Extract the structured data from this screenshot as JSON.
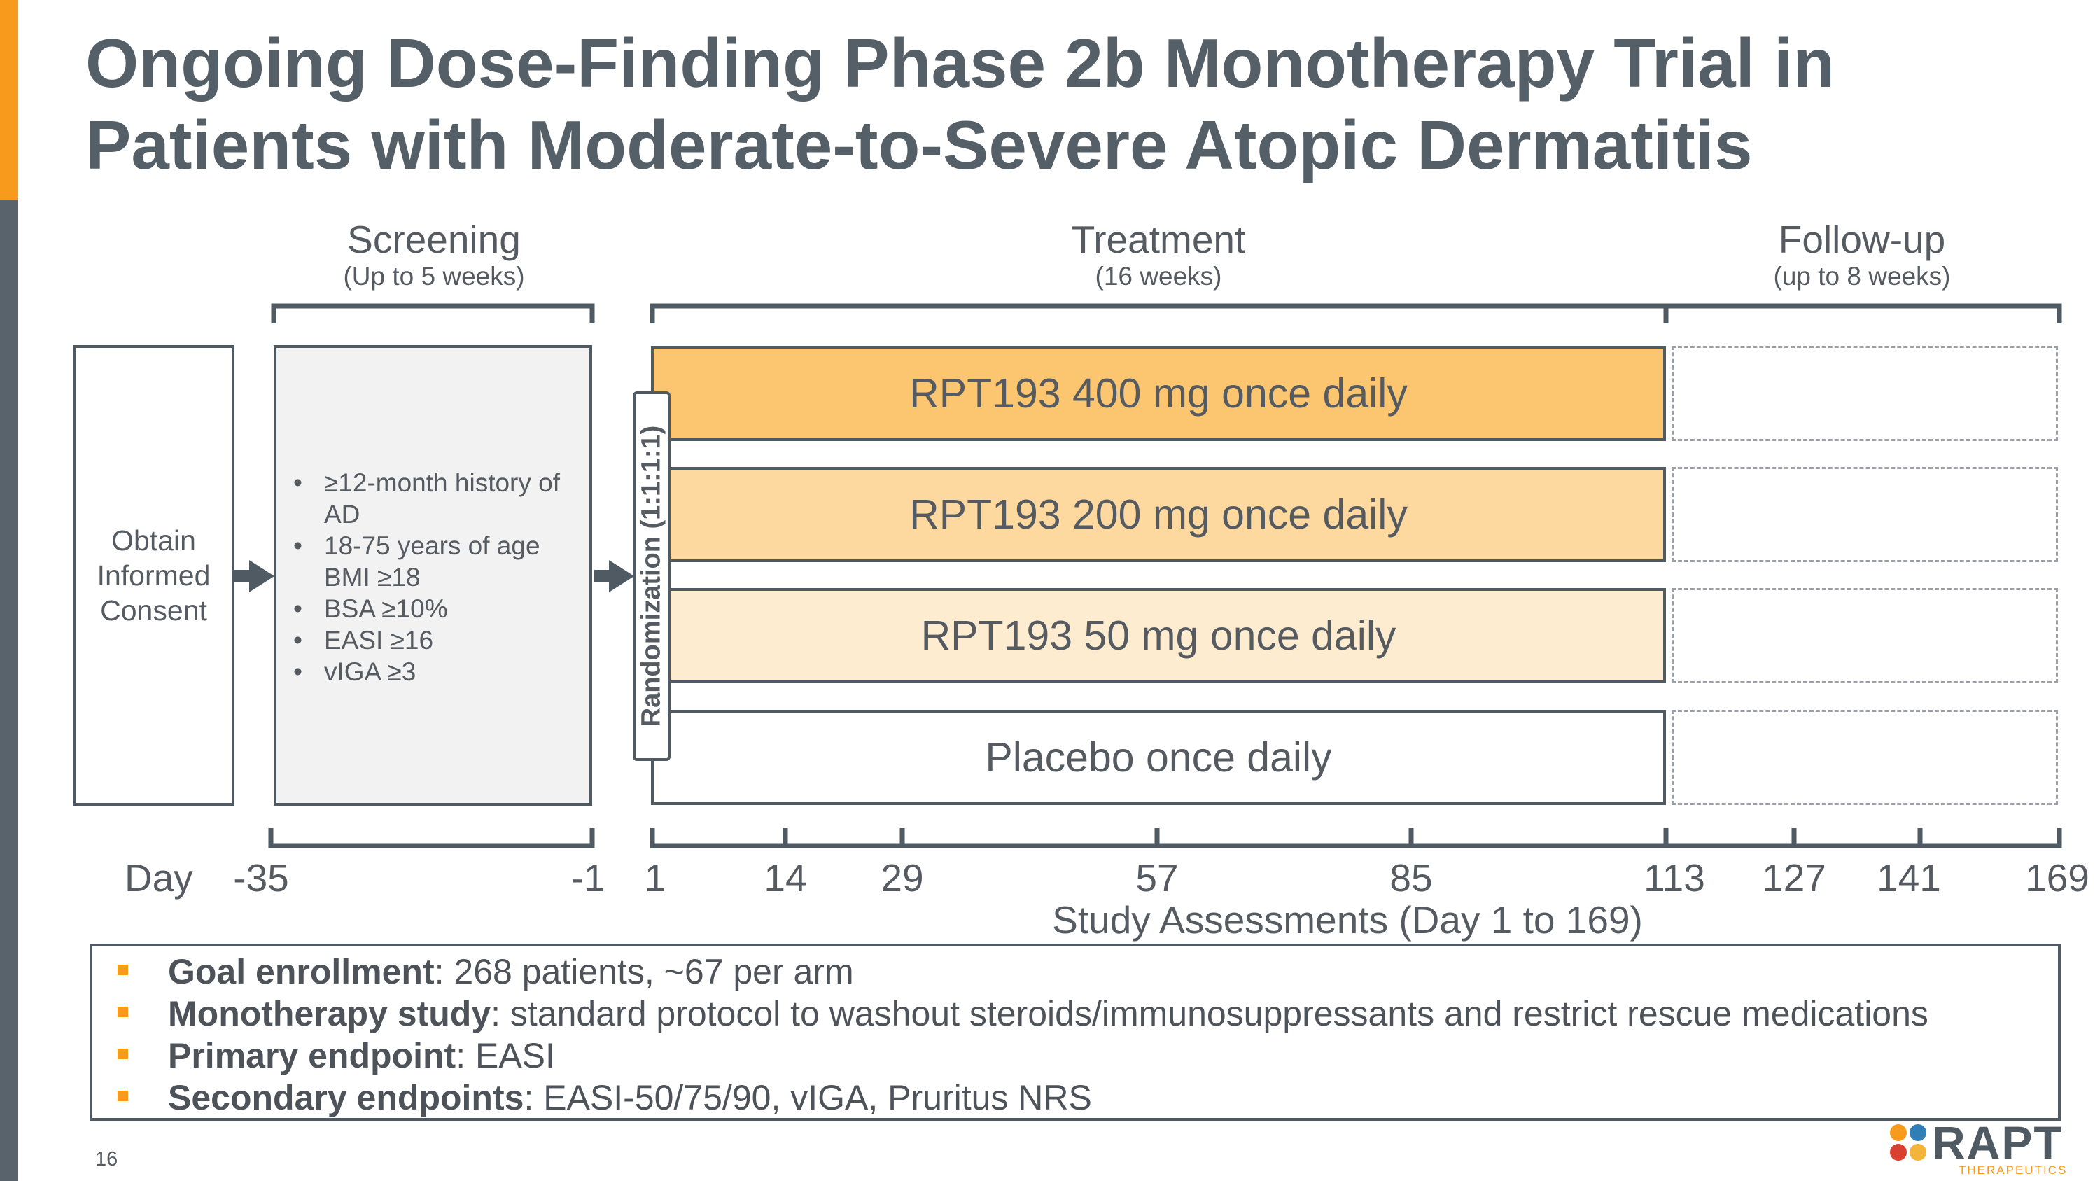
{
  "title": "Ongoing Dose-Finding Phase 2b Monotherapy Trial in Patients with Moderate-to-Severe Atopic Dermatitis",
  "phases": {
    "screening": {
      "title": "Screening",
      "sub": "(Up to 5 weeks)"
    },
    "treatment": {
      "title": "Treatment",
      "sub": "(16 weeks)"
    },
    "followup": {
      "title": "Follow-up",
      "sub": "(up to 8 weeks)"
    }
  },
  "consent_label": "Obtain Informed Consent",
  "criteria": [
    "≥12-month history of AD",
    "18-75 years of age",
    "BMI ≥18",
    "BSA ≥10%",
    "EASI ≥16",
    "vIGA ≥3"
  ],
  "randomization": "Randomization (1:1:1:1)",
  "arms": [
    {
      "label": "RPT193 400 mg once daily",
      "color": "#fcc570"
    },
    {
      "label": "RPT193 200 mg once daily",
      "color": "#fdd9a0"
    },
    {
      "label": "RPT193 50 mg once daily",
      "color": "#feecd0"
    },
    {
      "label": "Placebo once daily",
      "color": "#ffffff"
    }
  ],
  "timeline": {
    "day_label": "Day",
    "ticks": [
      "-35",
      "-1",
      "1",
      "14",
      "29",
      "57",
      "85",
      "113",
      "127",
      "141",
      "169"
    ],
    "assessments_label": "Study Assessments (Day 1 to 169)"
  },
  "info": [
    {
      "label": "Goal enrollment",
      "text": ": 268 patients, ~67 per arm"
    },
    {
      "label": "Monotherapy study",
      "text": ": standard protocol to washout steroids/immunosuppressants and restrict rescue medications"
    },
    {
      "label": "Primary endpoint",
      "text": ": EASI"
    },
    {
      "label": "Secondary endpoints",
      "text": ": EASI-50/75/90, vIGA, Pruritus NRS"
    }
  ],
  "page_number": "16",
  "logo": {
    "name": "RAPT",
    "tagline": "THERAPEUTICS"
  },
  "colors": {
    "accent": "#f89a1c",
    "sidebar": "#58636b",
    "line": "#4f5a62"
  }
}
